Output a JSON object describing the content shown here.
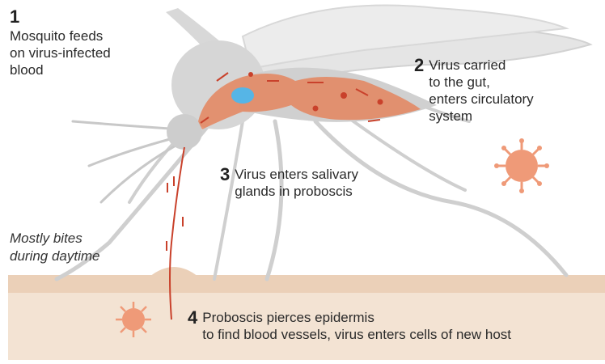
{
  "steps": [
    {
      "number": "1",
      "text": "Mosquito feeds\non virus-infected\nblood"
    },
    {
      "number": "2",
      "text": "Virus carried\nto the gut,\nenters circulatory\nsystem"
    },
    {
      "number": "3",
      "text": "Virus enters salivary\nglands in proboscis"
    },
    {
      "number": "4",
      "text": "Proboscis pierces epidermis\nto find blood vessels, virus enters cells of new host"
    }
  ],
  "note": "Mostly bites\nduring daytime",
  "colors": {
    "mosquito": "#d6d6d6",
    "mosquito_dark": "#bdbdbd",
    "blood_path": "#e4855e",
    "arrow": "#c9412b",
    "virus": "#ef9a78",
    "skin": "#f3e3d3",
    "skin_surface": "#ebd0b8",
    "fluid": "#56b5e6"
  },
  "icons": [
    "virus-icon",
    "arrow-icon"
  ]
}
